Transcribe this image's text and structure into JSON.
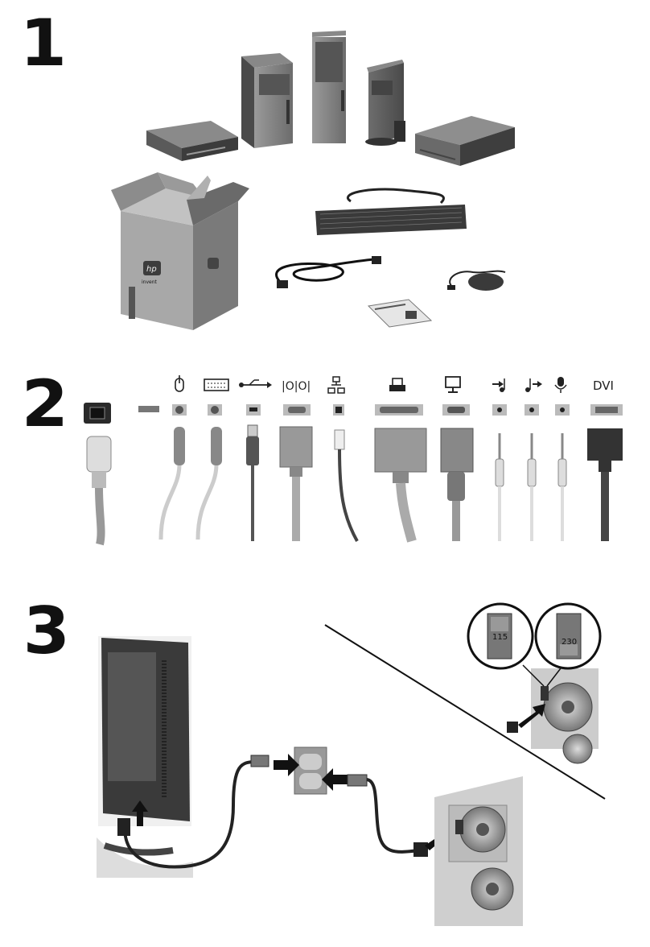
{
  "steps": {
    "step1": "1",
    "step2": "2",
    "step3": "3"
  },
  "connectors": {
    "dvi_label": "DVI"
  },
  "voltage": {
    "low": "115",
    "high": "230"
  },
  "box": {
    "logo": "hp",
    "subtext": "invent"
  },
  "icons": [
    "power-connector",
    "serial-label",
    "mouse-icon",
    "keyboard-icon",
    "usb-icon",
    "serial-port-icon",
    "network-icon",
    "printer-icon",
    "monitor-icon",
    "line-in-icon",
    "line-out-icon",
    "microphone-icon"
  ]
}
